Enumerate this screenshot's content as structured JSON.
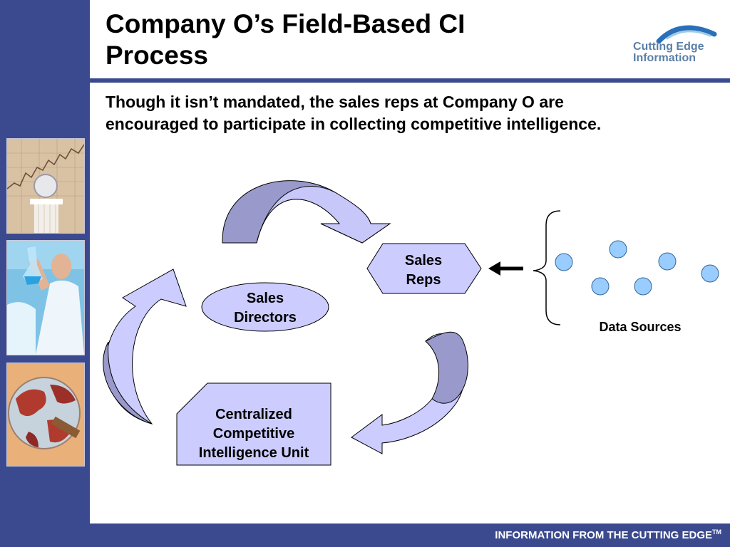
{
  "slide": {
    "title_line1": "Company O’s Field-Based CI",
    "title_line2": "Process",
    "subtitle_line1": "Though it isn’t mandated, the sales reps at Company O are",
    "subtitle_line2": "encouraged to participate in collecting competitive intelligence."
  },
  "logo": {
    "line1": "Cutting Edge",
    "line2": "Information"
  },
  "footer": {
    "text": "INFORMATION FROM THE CUTTING EDGE",
    "tm": "TM"
  },
  "diagram": {
    "sales_reps": {
      "line1": "Sales",
      "line2": "Reps"
    },
    "sales_directors": {
      "line1": "Sales",
      "line2": "Directors"
    },
    "ci_unit": {
      "line1": "Centralized",
      "line2": "Competitive",
      "line3": "Intelligence Unit"
    },
    "data_sources_label": "Data Sources"
  },
  "colors": {
    "brand_blue": "#3b4a8e",
    "arrow_light": "#ccccff",
    "arrow_dark": "#9999cc",
    "node_fill": "#ccccff",
    "data_source_dot": "#99ccff"
  }
}
